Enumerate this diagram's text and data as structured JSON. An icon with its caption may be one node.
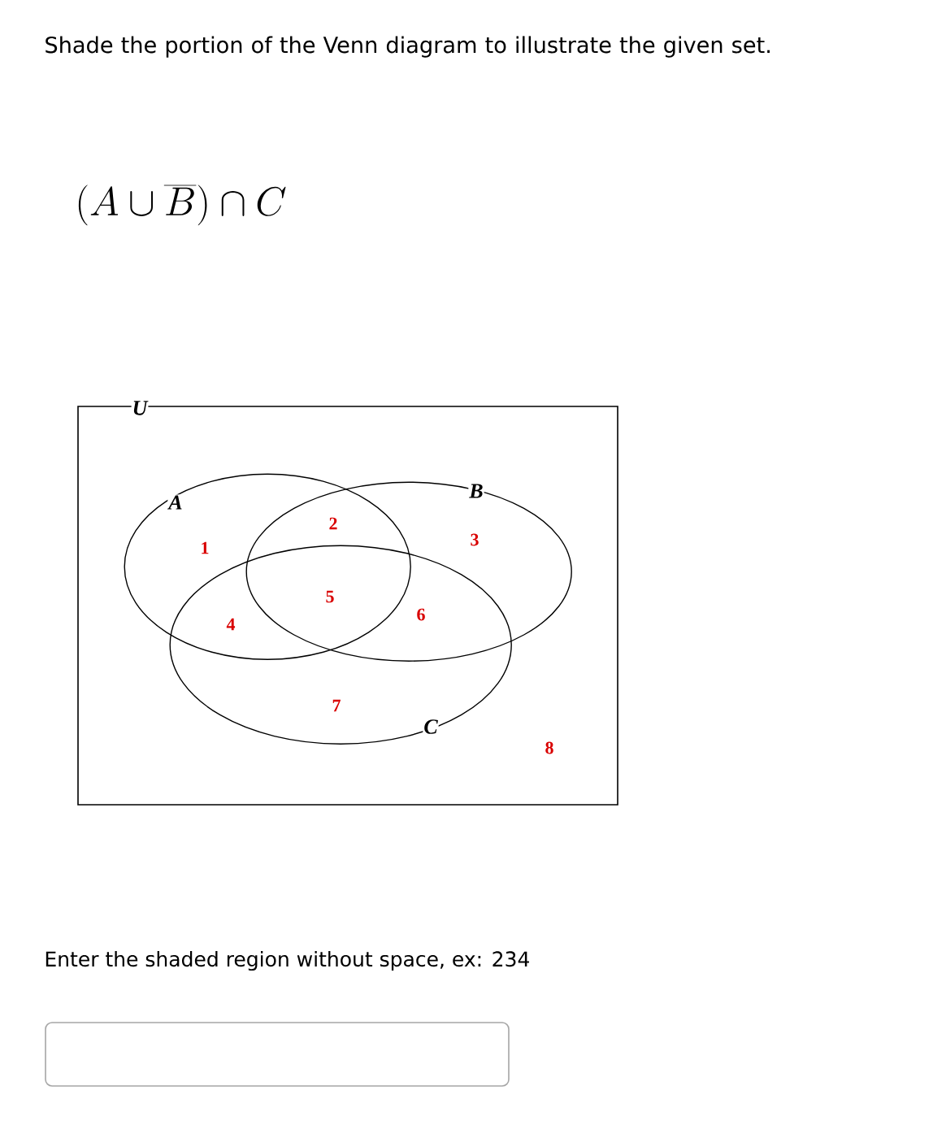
{
  "diagram": {
    "title": "Shade the portion of the Venn diagram to illustrate the given set.",
    "nodes": [
      {
        "text": [
          "U"
        ]
      },
      {
        "text": [
          "A"
        ],
        "in": 0
      },
      {
        "text": [
          "B"
        ],
        "in": 0
      },
      {
        "text": [
          "C"
        ],
        "in": 0
      }
    ],
    "edges": [],
    "labels": [
      "(A \\cup \\overline{B}) \\cap C",
      "1",
      "2",
      "3",
      "4",
      "5",
      "6",
      "7",
      "8",
      "Enter the shaded region without space, ex: 234"
    ]
  }
}
